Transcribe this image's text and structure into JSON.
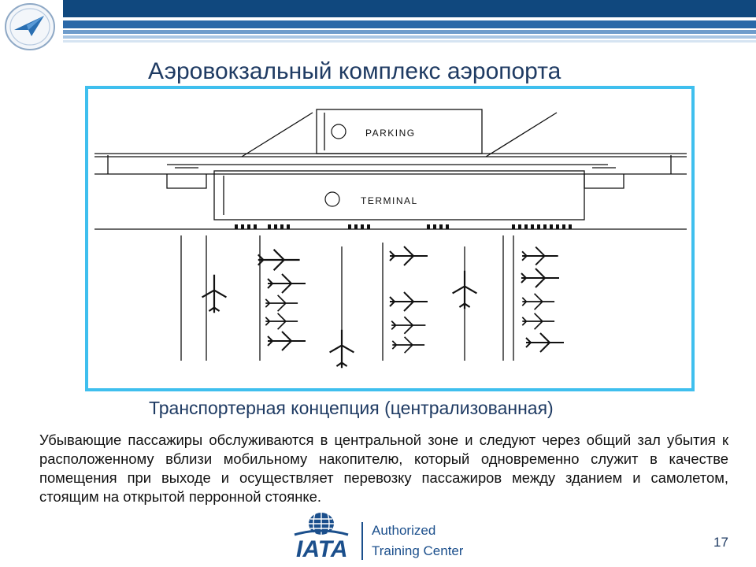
{
  "slide": {
    "title": "Аэровокзальный комплекс аэропорта",
    "subtitle": "Транспортерная концепция (централизованная)",
    "body": "Убывающие пассажиры обслуживаются в центральной зоне и следуют через общий зал убытия к расположенному вблизи мобильному накопителю, который одновременно служит в качестве помещения при выходе и осуществляет перевозку пассажиров между зданием и самолетом, стоящим на открытой перронной стоянке.",
    "page_number": "17"
  },
  "diagram": {
    "parking_label": "PARKING",
    "terminal_label": "TERMINAL"
  },
  "footer": {
    "iata_text": "IATA",
    "authorized_line1": "Authorized",
    "authorized_line2": "Training Center"
  },
  "colors": {
    "header_dark": "#10487e",
    "frame_border": "#3fbfee",
    "title_text": "#1f3b63",
    "iata_blue": "#1b4f8c"
  }
}
